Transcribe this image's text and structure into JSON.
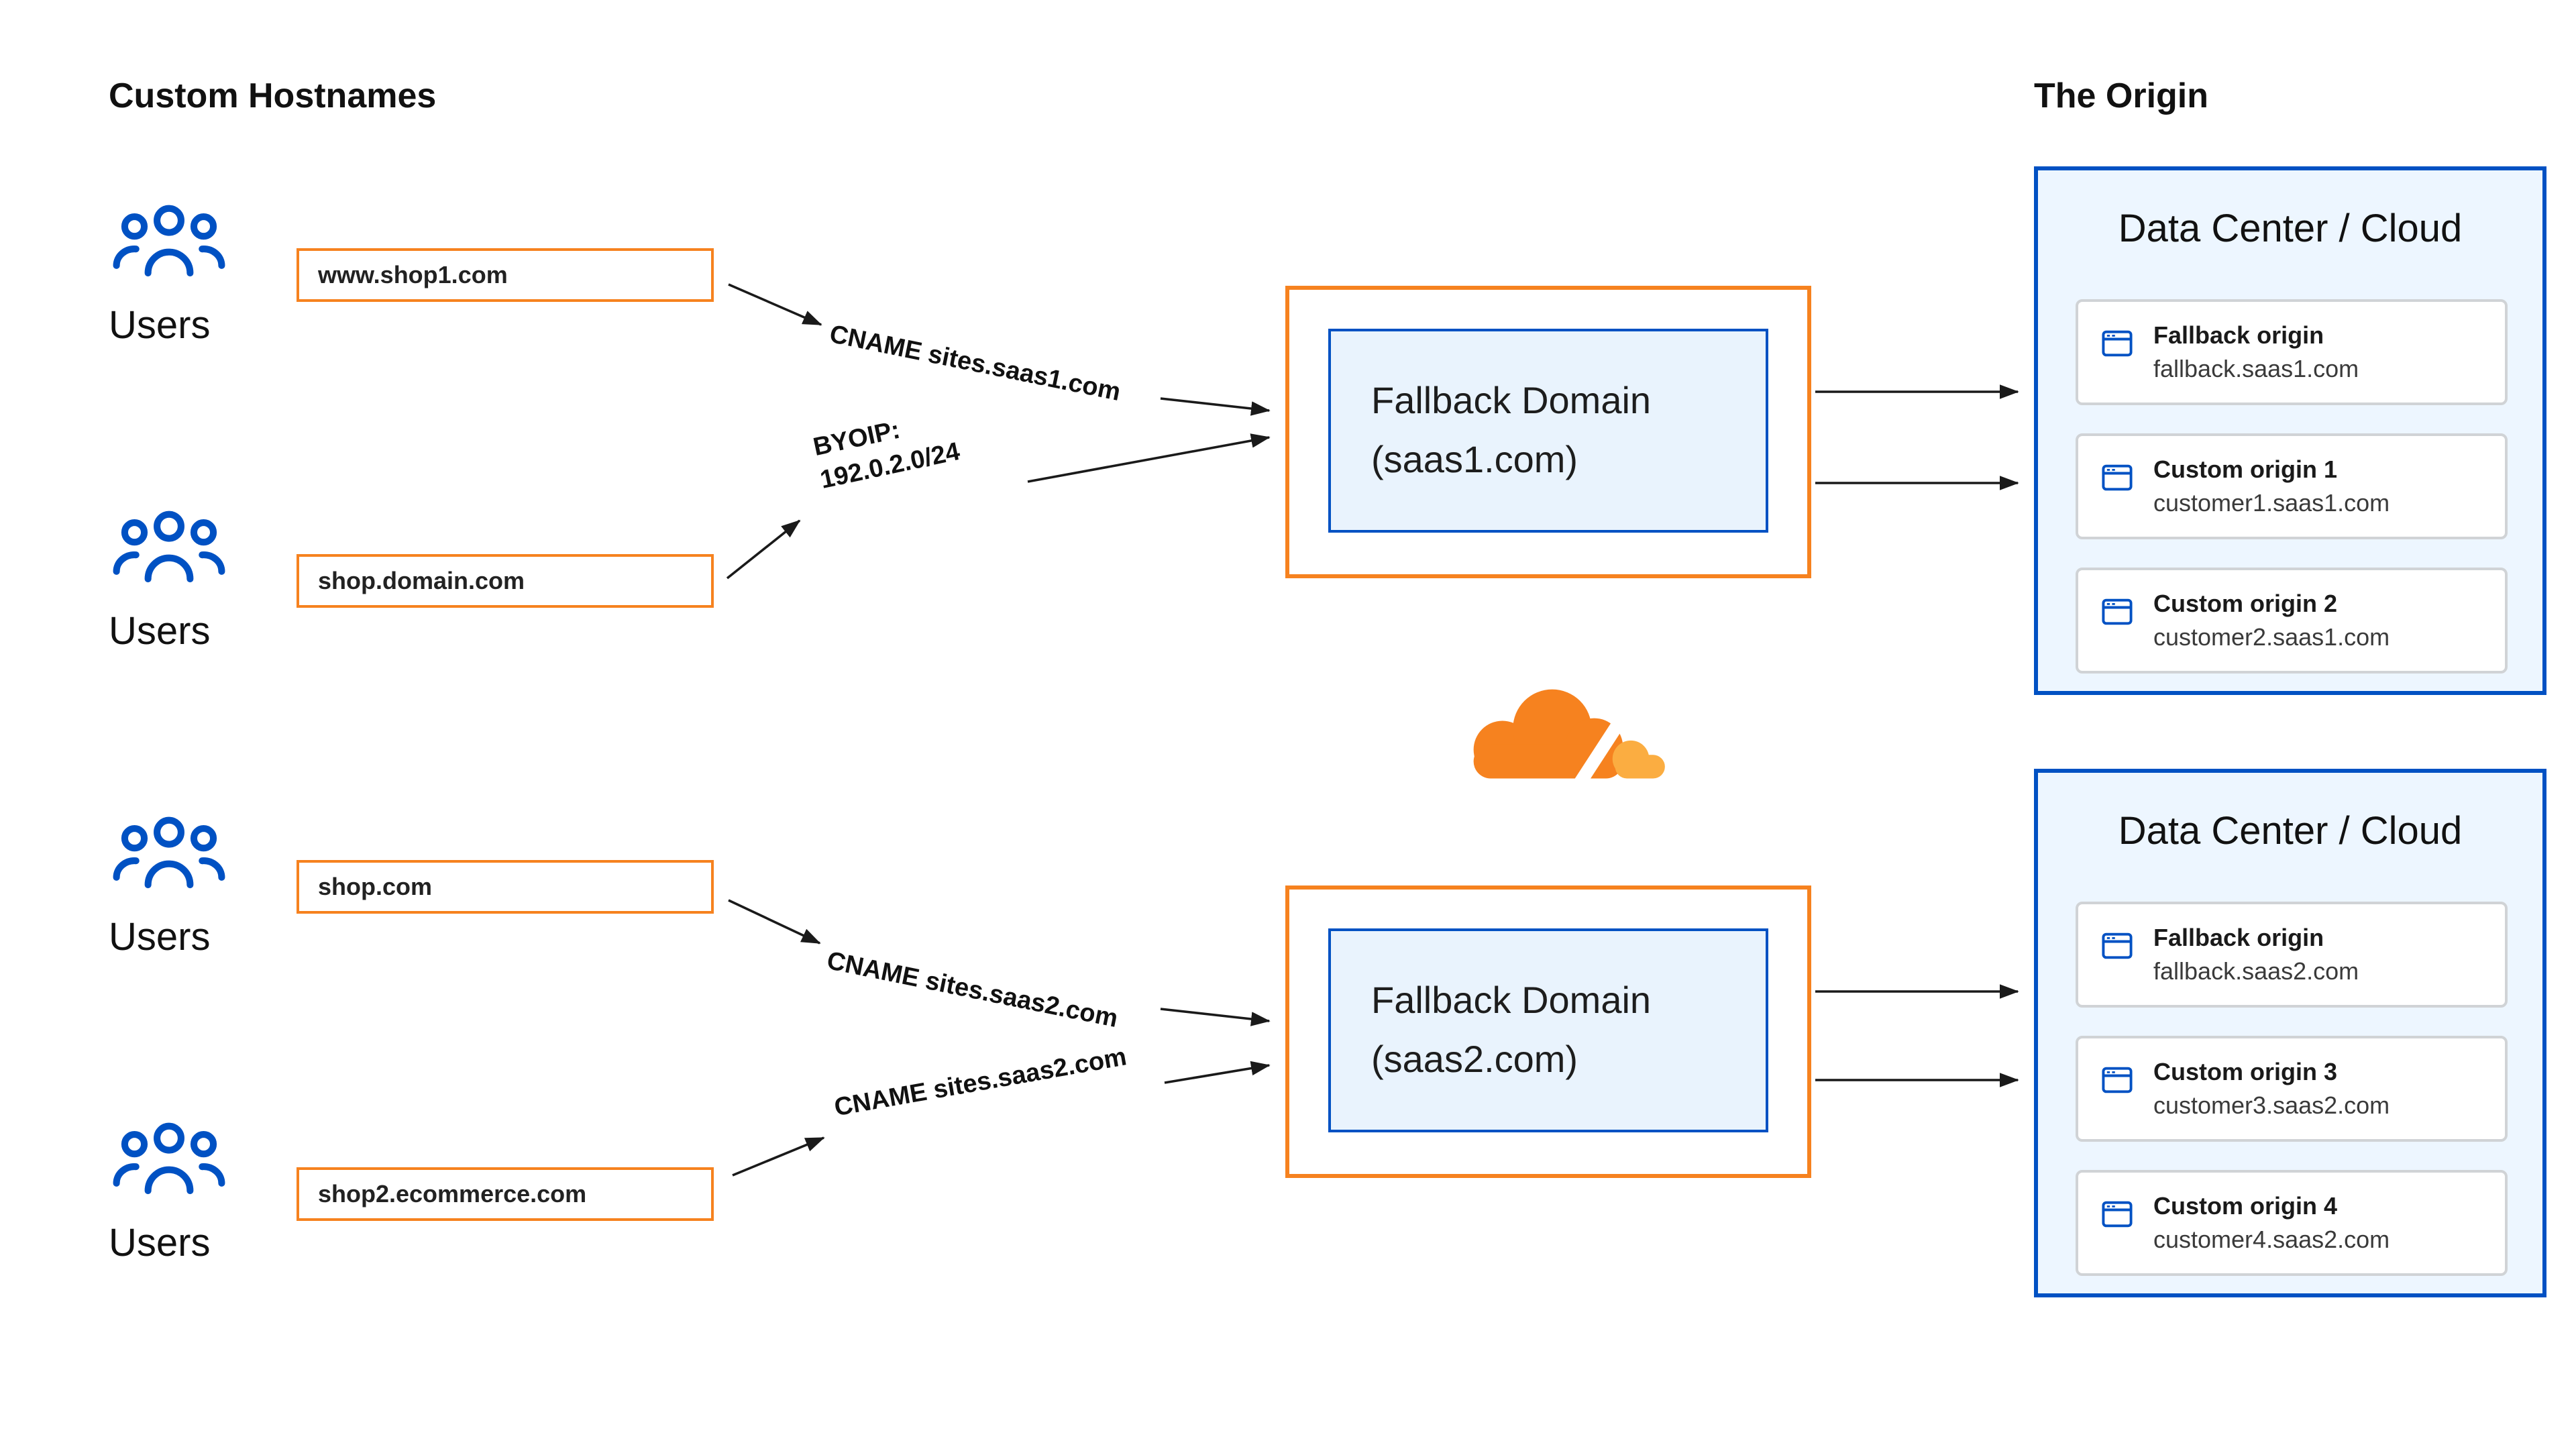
{
  "titles": {
    "left": "Custom Hostnames",
    "right": "The Origin"
  },
  "users": [
    {
      "label": "Users"
    },
    {
      "label": "Users"
    },
    {
      "label": "Users"
    },
    {
      "label": "Users"
    }
  ],
  "hostnames": [
    {
      "text": "www.shop1.com"
    },
    {
      "text": "shop.domain.com"
    },
    {
      "text": "shop.com"
    },
    {
      "text": "shop2.ecommerce.com"
    }
  ],
  "edges": [
    {
      "text": "CNAME sites.saas1.com"
    },
    {
      "text": "BYOIP:\n192.0.2.0/24"
    },
    {
      "text": "CNAME sites.saas2.com"
    },
    {
      "text": "CNAME sites.saas2.com"
    }
  ],
  "fallbacks": [
    {
      "line1": "Fallback Domain",
      "line2": "(saas1.com)"
    },
    {
      "line1": "Fallback Domain",
      "line2": "(saas2.com)"
    }
  ],
  "datacenters": [
    {
      "title": "Data Center / Cloud",
      "origins": [
        {
          "name": "Fallback origin",
          "host": "fallback.saas1.com"
        },
        {
          "name": "Custom origin 1",
          "host": "customer1.saas1.com"
        },
        {
          "name": "Custom origin 2",
          "host": "customer2.saas1.com"
        }
      ]
    },
    {
      "title": "Data Center / Cloud",
      "origins": [
        {
          "name": "Fallback origin",
          "host": "fallback.saas2.com"
        },
        {
          "name": "Custom origin 3",
          "host": "customer3.saas2.com"
        },
        {
          "name": "Custom origin 4",
          "host": "customer4.saas2.com"
        }
      ]
    }
  ],
  "icons": {
    "users": "users-group-icon",
    "origin_card": "browser-window-icon",
    "center_logo": "cloudflare-cloud-logo"
  },
  "colors": {
    "orange": "#F6821F",
    "orange_light": "#FBAD41",
    "blue": "#0051C3",
    "datacenter_bg": "#EDF6FF",
    "fallback_inner_bg": "#E9F3FD",
    "arrow": "#1A1A1A"
  }
}
